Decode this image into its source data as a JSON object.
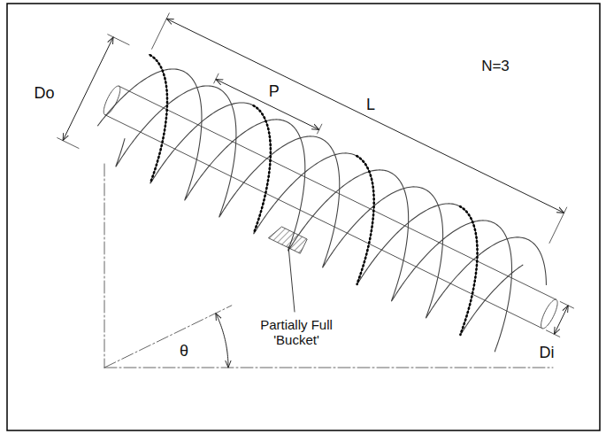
{
  "diagram": {
    "labels": [
      "Do",
      "P",
      "L",
      "N=3",
      "θ",
      "Partially Full 'Bucket'",
      "Di"
    ]
  }
}
